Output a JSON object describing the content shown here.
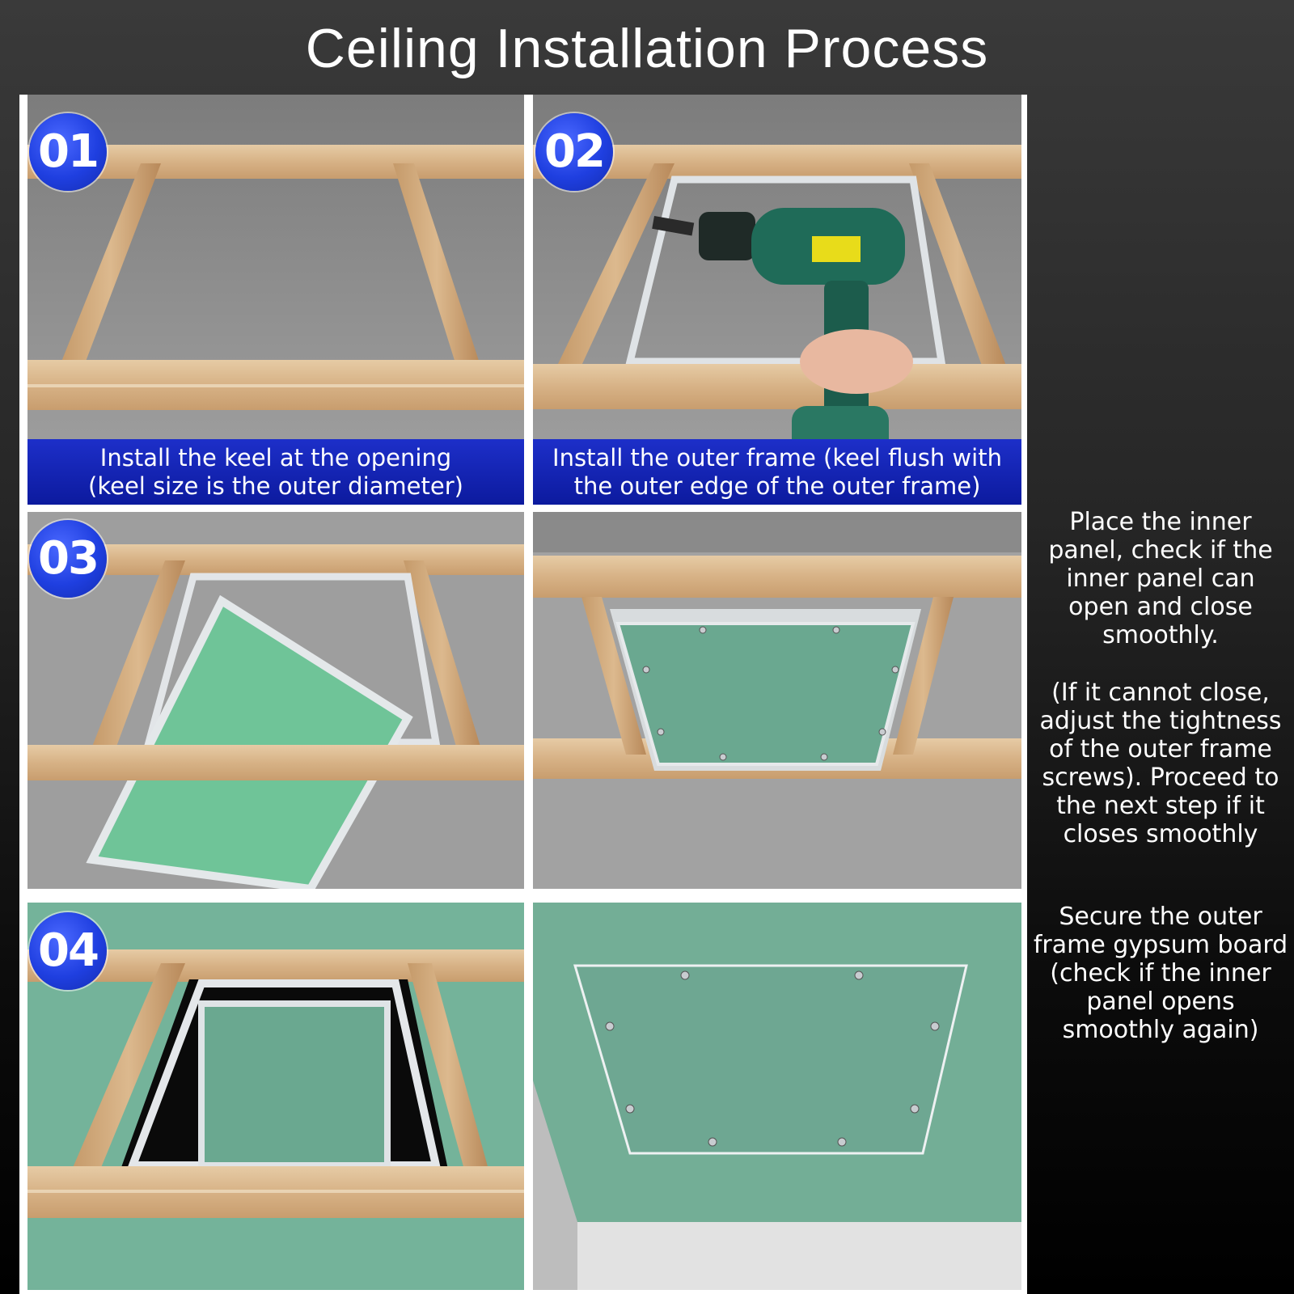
{
  "title": "Ceiling Installation Process",
  "steps": [
    {
      "number": "01",
      "caption_line1": "Install the keel at the opening",
      "caption_line2": "(keel size is the outer diameter)"
    },
    {
      "number": "02",
      "caption_line1": "Install the outer frame (keel flush with",
      "caption_line2": "the outer edge of the outer frame)"
    },
    {
      "number": "03"
    },
    {
      "number": "04"
    }
  ],
  "side_text_1": {
    "para1": [
      "Place the inner",
      "panel, check if the",
      "inner panel can",
      "open and close",
      "smoothly."
    ],
    "para2": [
      "(If it cannot close,",
      "adjust the tightness",
      "of the outer frame",
      "screws). Proceed to",
      "the next step if it",
      "closes smoothly"
    ]
  },
  "side_text_2": [
    "Secure the outer",
    "frame gypsum board",
    "(check if the inner",
    "panel opens",
    "smoothly again)"
  ],
  "colors": {
    "caption_blue": "#1525b8",
    "badge_blue": "#1f3fe0",
    "wood": "#d8b58a",
    "gypsum_green": "#6fae92",
    "ceiling_gray": "#a4a4a4"
  }
}
